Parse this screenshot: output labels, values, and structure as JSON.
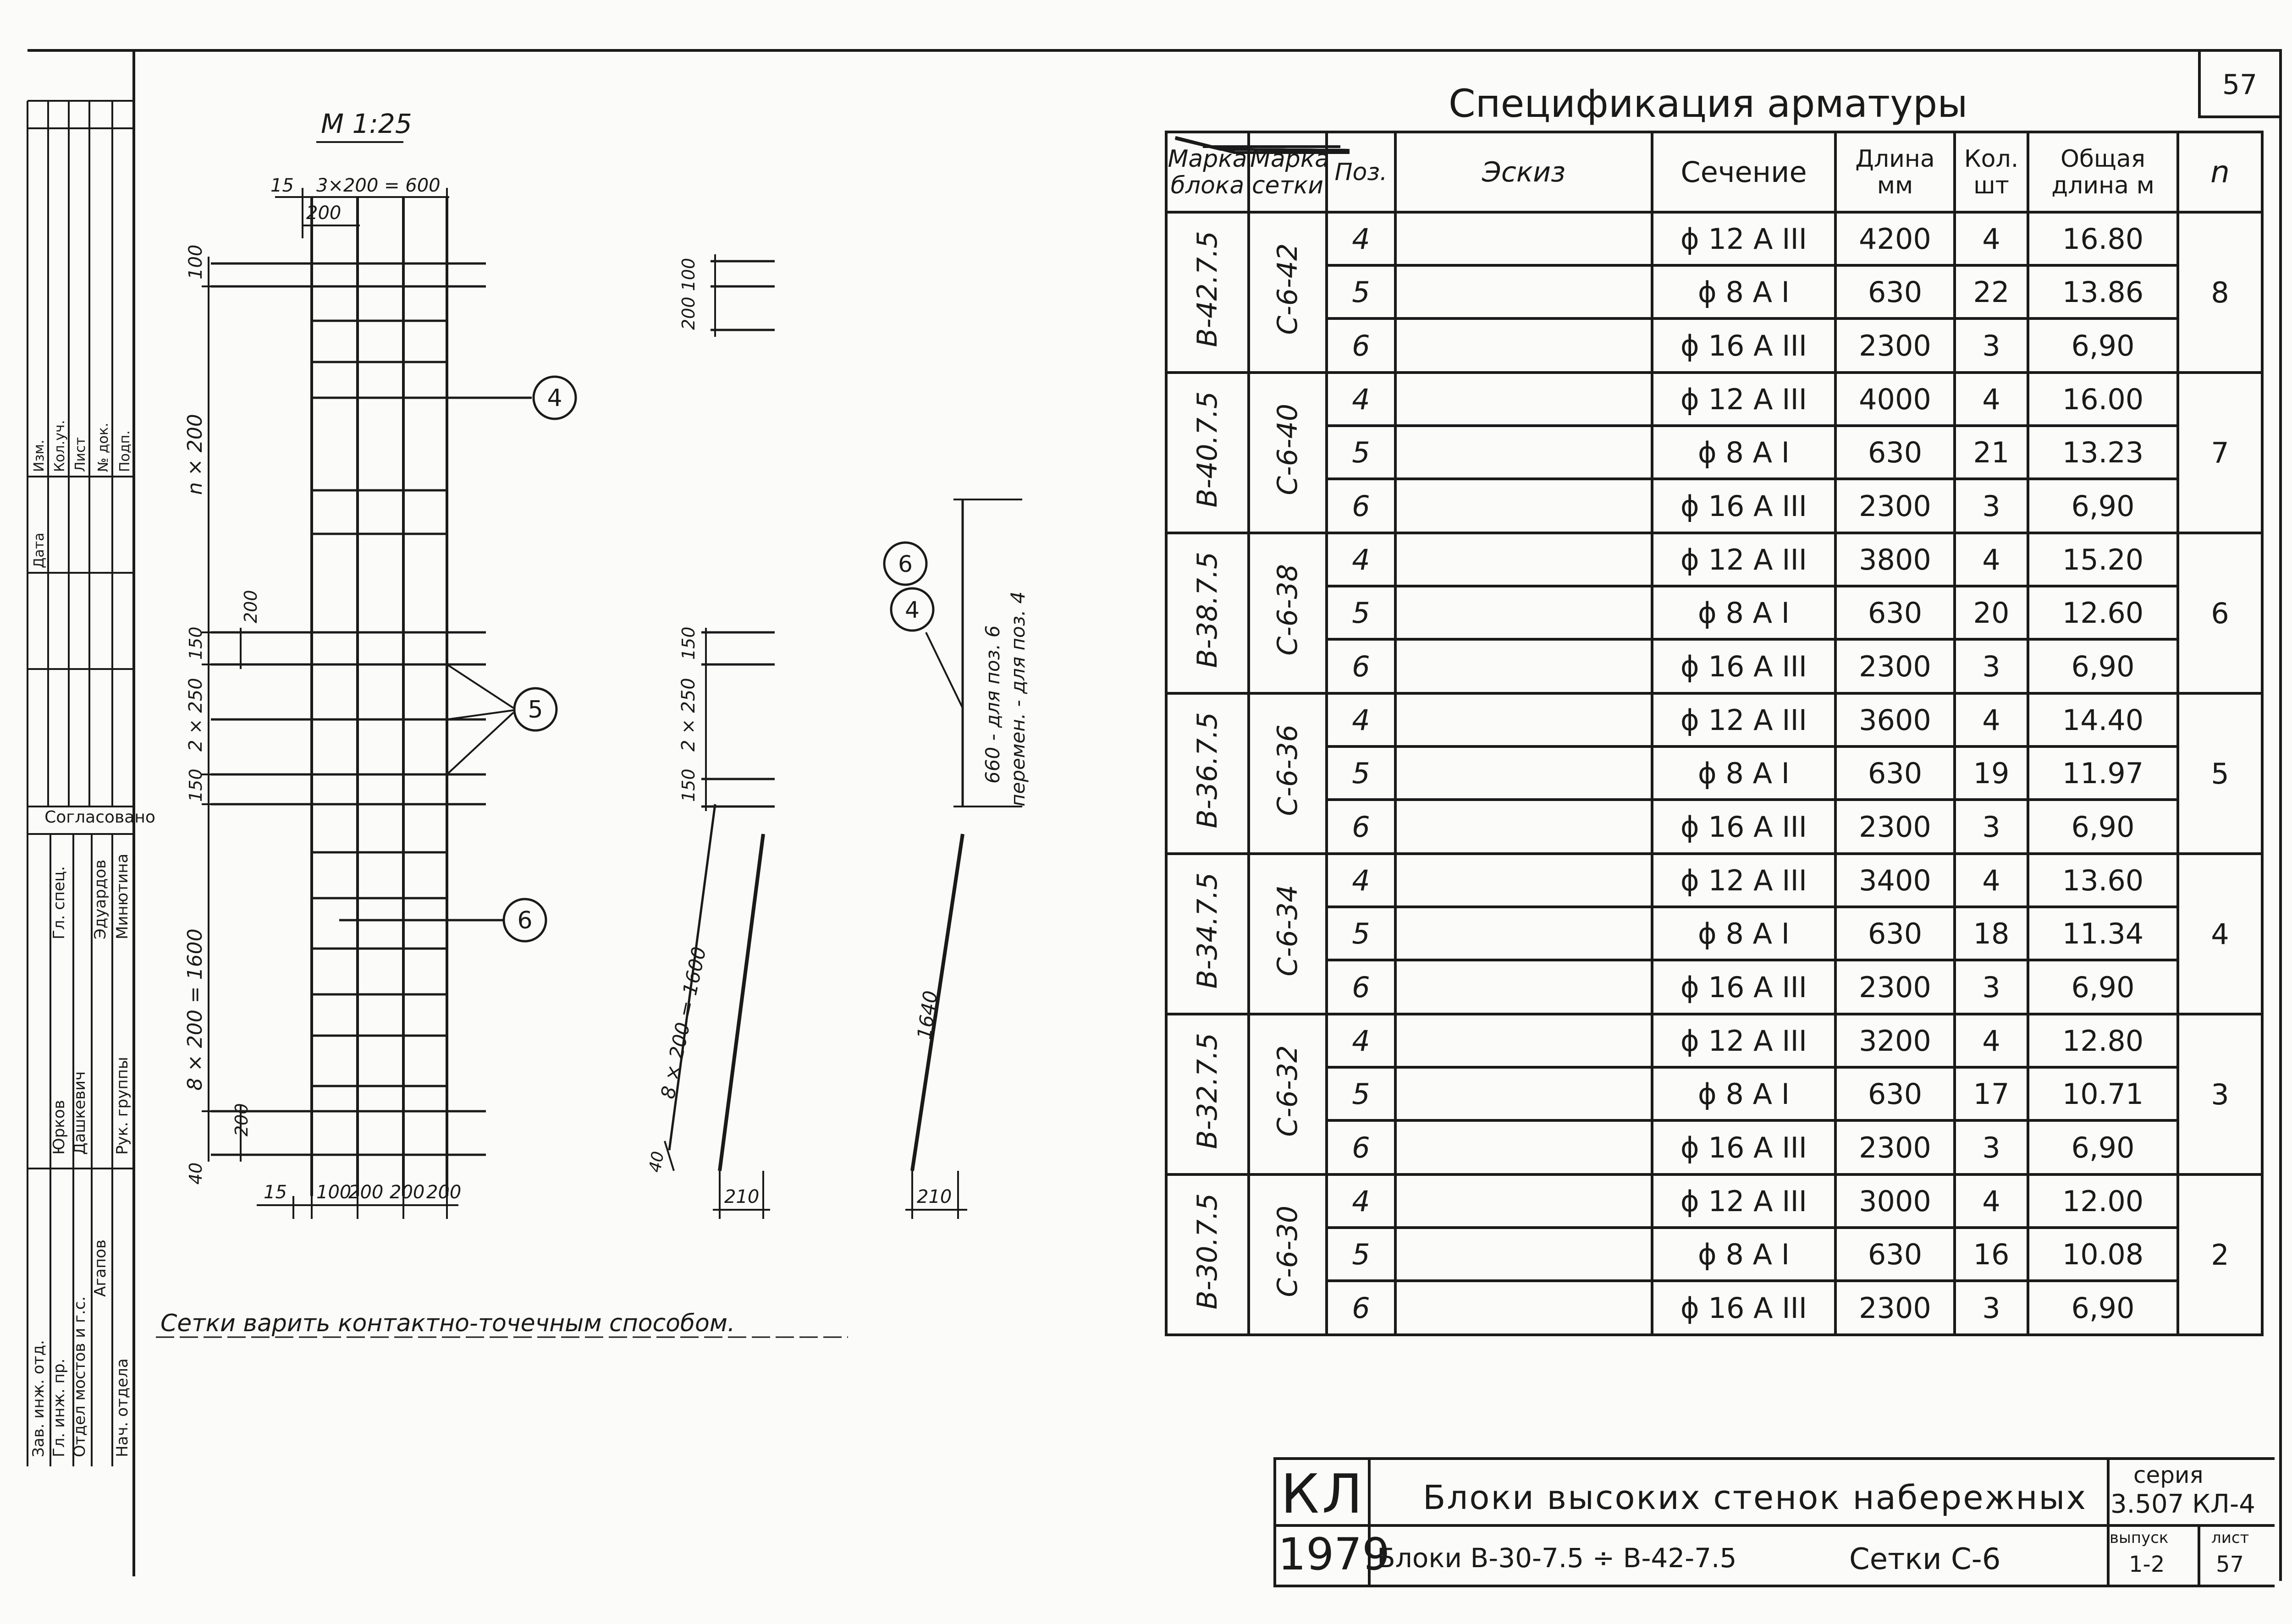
{
  "sheet_number": "57",
  "scale_label": "М 1:25",
  "spec_title": "Спецификация арматуры",
  "table": {
    "headers": {
      "block_mark": "Марка блока",
      "mesh_mark": "Марка сетки",
      "pos": "Поз.",
      "sketch": "Эскиз",
      "section": "Сечение",
      "length": "Длина мм",
      "qty": "Кол. шт",
      "total_length": "Общая длина м",
      "n": "n"
    },
    "groups": [
      {
        "block": "В-42.7.5",
        "mesh": "С-6-42",
        "n": "8",
        "rows": [
          {
            "pos": "4",
            "section": "ϕ 12 А III",
            "length": "4200",
            "qty": "4",
            "total": "16.80"
          },
          {
            "pos": "5",
            "section": "ϕ 8 А I",
            "length": "630",
            "qty": "22",
            "total": "13.86"
          },
          {
            "pos": "6",
            "section": "ϕ 16 А III",
            "length": "2300",
            "qty": "3",
            "total": "6,90"
          }
        ]
      },
      {
        "block": "В-40.7.5",
        "mesh": "С-6-40",
        "n": "7",
        "rows": [
          {
            "pos": "4",
            "section": "ϕ 12 А III",
            "length": "4000",
            "qty": "4",
            "total": "16.00"
          },
          {
            "pos": "5",
            "section": "ϕ 8 А I",
            "length": "630",
            "qty": "21",
            "total": "13.23"
          },
          {
            "pos": "6",
            "section": "ϕ 16 А III",
            "length": "2300",
            "qty": "3",
            "total": "6,90"
          }
        ]
      },
      {
        "block": "В-38.7.5",
        "mesh": "С-6-38",
        "n": "6",
        "rows": [
          {
            "pos": "4",
            "section": "ϕ 12 А III",
            "length": "3800",
            "qty": "4",
            "total": "15.20"
          },
          {
            "pos": "5",
            "section": "ϕ 8 А I",
            "length": "630",
            "qty": "20",
            "total": "12.60"
          },
          {
            "pos": "6",
            "section": "ϕ 16 А III",
            "length": "2300",
            "qty": "3",
            "total": "6,90"
          }
        ]
      },
      {
        "block": "В-36.7.5",
        "mesh": "С-6-36",
        "n": "5",
        "rows": [
          {
            "pos": "4",
            "section": "ϕ 12 А III",
            "length": "3600",
            "qty": "4",
            "total": "14.40"
          },
          {
            "pos": "5",
            "section": "ϕ 8 А I",
            "length": "630",
            "qty": "19",
            "total": "11.97"
          },
          {
            "pos": "6",
            "section": "ϕ 16 А III",
            "length": "2300",
            "qty": "3",
            "total": "6,90"
          }
        ]
      },
      {
        "block": "В-34.7.5",
        "mesh": "С-6-34",
        "n": "4",
        "rows": [
          {
            "pos": "4",
            "section": "ϕ 12 А III",
            "length": "3400",
            "qty": "4",
            "total": "13.60"
          },
          {
            "pos": "5",
            "section": "ϕ 8 А I",
            "length": "630",
            "qty": "18",
            "total": "11.34"
          },
          {
            "pos": "6",
            "section": "ϕ 16 А III",
            "length": "2300",
            "qty": "3",
            "total": "6,90"
          }
        ]
      },
      {
        "block": "В-32.7.5",
        "mesh": "С-6-32",
        "n": "3",
        "rows": [
          {
            "pos": "4",
            "section": "ϕ 12 А III",
            "length": "3200",
            "qty": "4",
            "total": "12.80"
          },
          {
            "pos": "5",
            "section": "ϕ 8 А I",
            "length": "630",
            "qty": "17",
            "total": "10.71"
          },
          {
            "pos": "6",
            "section": "ϕ 16 А III",
            "length": "2300",
            "qty": "3",
            "total": "6,90"
          }
        ]
      },
      {
        "block": "В-30.7.5",
        "mesh": "С-6-30",
        "n": "2",
        "rows": [
          {
            "pos": "4",
            "section": "ϕ 12 А III",
            "length": "3000",
            "qty": "4",
            "total": "12.00"
          },
          {
            "pos": "5",
            "section": "ϕ 8 А I",
            "length": "630",
            "qty": "16",
            "total": "10.08"
          },
          {
            "pos": "6",
            "section": "ϕ 16 А III",
            "length": "2300",
            "qty": "3",
            "total": "6,90"
          }
        ]
      }
    ]
  },
  "drawing": {
    "top_dim": "3×200 = 600",
    "top_left": "15",
    "top_sub": "200",
    "dim_100": "100",
    "dim_n200": "n × 200",
    "dim_200": "200",
    "dim_150_top": "150",
    "dim_2x250": "2 × 250",
    "dim_150_bot": "150",
    "dim_8x200": "8 × 200 = 1600",
    "dim_200_bot": "200",
    "dim_40": "40",
    "bottom_dims": [
      "15",
      "100",
      "200",
      "200",
      "200"
    ],
    "callout_4": "4",
    "callout_5": "5",
    "callout_6": "6",
    "mid_top_dim": "200 100",
    "mid_150": "150",
    "mid_2x250": "2 × 250",
    "mid_150b": "150",
    "mid_8x200": "8 × 200 = 1600",
    "mid_40": "40",
    "mid_210": "210",
    "right_1640": "1640",
    "right_210": "210",
    "right_note_1": "660 - для поз. 6",
    "right_note_2": "перемен. - для поз. 4",
    "callout_right_a": "4",
    "callout_right_b": "6"
  },
  "note": "Сетки варить контактно-точечным способом.",
  "stamp": {
    "org": "КЛ",
    "year": "1979",
    "title": "Блоки высоких стенок набережных",
    "subtitle": "Блоки В-30-7.5 ÷ В-42-7.5",
    "mesh": "Сетки С-6",
    "series_label": "серия",
    "series": "3.507 КЛ-4",
    "issue_label": "выпуск",
    "issue": "1-2",
    "sheet_label": "лист",
    "sheet": "57"
  },
  "side_panel": {
    "agreed": "Согласовано",
    "names": [
      "Юрков",
      "Дашкевич",
      "Агапов",
      "Эдуардов",
      "Минютина"
    ],
    "roles": [
      "Зав. инж. отд.",
      "Гл. инж. пр.",
      "Отдел мостов и г.с.",
      "Нач. отдела",
      "Рук. группы",
      "Гл. спец."
    ],
    "rev_cols": [
      "Изм.",
      "Кол.уч.",
      "Лист",
      "№ док.",
      "Подп.",
      "Дата"
    ]
  }
}
